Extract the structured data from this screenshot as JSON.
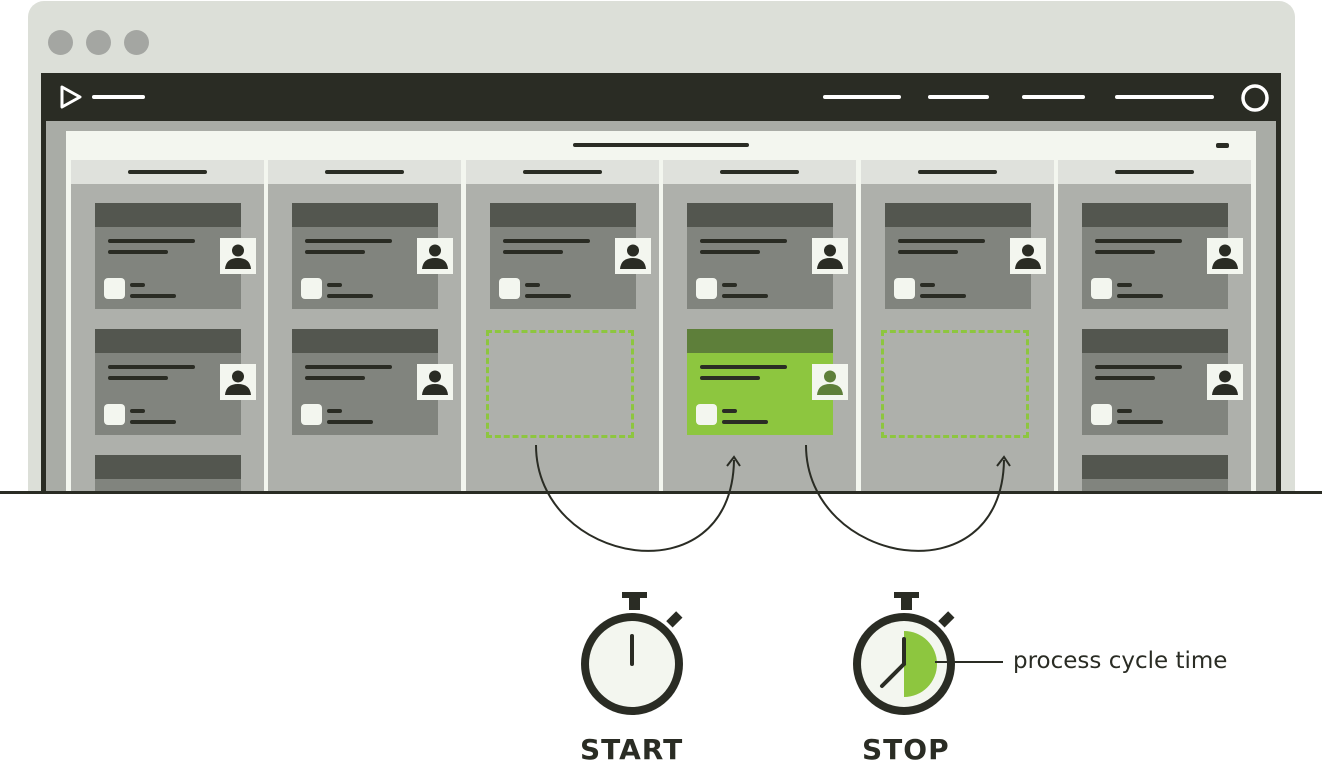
{
  "colors": {
    "browser_chrome": "#dcdfd8",
    "app_bar": "#2a2c24",
    "column": "#aeb0ab",
    "card": "#81847e",
    "card_header": "#53564f",
    "active_card": "#8dc63f",
    "active_card_header": "#5e7f3a",
    "placeholder_border": "#8dc63f"
  },
  "icons": {
    "logo": "play-icon",
    "profile": "circle-icon",
    "assignee": "person-icon",
    "timer": "stopwatch-icon"
  },
  "stopwatches": {
    "start_label": "START",
    "stop_label": "STOP",
    "annotation": "process cycle time"
  }
}
